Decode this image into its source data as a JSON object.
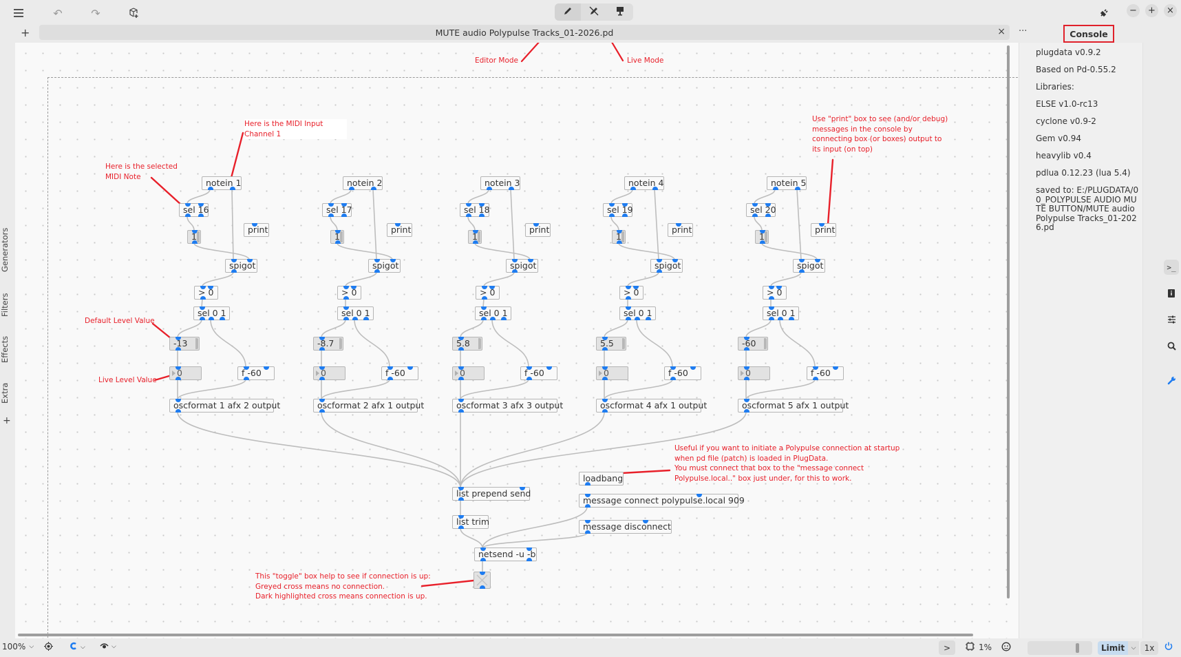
{
  "toolbar": {
    "menu_icon": "hamburger-menu-icon",
    "undo_icon": "undo-icon",
    "redo_icon": "redo-icon",
    "add_object_icon": "add-object-icon",
    "modes": [
      {
        "name": "edit-mode",
        "icon": "pencil-icon",
        "active": true
      },
      {
        "name": "run-mode",
        "icon": "pencil-crossed-icon",
        "active": false
      },
      {
        "name": "presentation-mode",
        "icon": "presentation-icon",
        "active": false
      }
    ],
    "plugin_icon": "plug-icon",
    "window_buttons": [
      "−",
      "+",
      "×"
    ]
  },
  "tab": {
    "add": "+",
    "title": "MUTE audio Polypulse Tracks_01-2026.pd",
    "close": "×"
  },
  "left_rail": [
    "Generators",
    "Filters",
    "Effects",
    "Extra",
    "+"
  ],
  "patch": {
    "columns": [
      {
        "notein": "notein 1",
        "sel": "sel 16",
        "bang": "1",
        "print": "print",
        "spigot": "spigot",
        "gt": "> 0",
        "sel01": "sel 0 1",
        "level": "-13",
        "live": "0",
        "f": "f -60",
        "osc": "oscformat 1 afx 2 output"
      },
      {
        "notein": "notein 2",
        "sel": "sel 17",
        "bang": "1",
        "print": "print",
        "spigot": "spigot",
        "gt": "> 0",
        "sel01": "sel 0 1",
        "level": "-8.7",
        "live": "0",
        "f": "f -60",
        "osc": "oscformat 2 afx 1 output"
      },
      {
        "notein": "notein 3",
        "sel": "sel 18",
        "bang": "1",
        "print": "print",
        "spigot": "spigot",
        "gt": "> 0",
        "sel01": "sel 0 1",
        "level": "5.8",
        "live": "0",
        "f": "f -60",
        "osc": "oscformat 3 afx 3 output"
      },
      {
        "notein": "notein 4",
        "sel": "sel 19",
        "bang": "1",
        "print": "print",
        "spigot": "spigot",
        "gt": "> 0",
        "sel01": "sel 0 1",
        "level": "5.5",
        "live": "0",
        "f": "f -60",
        "osc": "oscformat 4 afx 1 output"
      },
      {
        "notein": "notein 5",
        "sel": "sel 20",
        "bang": "1",
        "print": "print",
        "spigot": "spigot",
        "gt": "> 0",
        "sel01": "sel 0 1",
        "level": "-60",
        "live": "0",
        "f": "f -60",
        "osc": "oscformat 5 afx 1 output"
      }
    ],
    "list_prepend": "list prepend send",
    "list_trim": "list trim",
    "netsend": "netsend -u -b",
    "loadbang": "loadbang",
    "msg_connect": "message connect polypulse.local 909",
    "msg_disconnect": "message disconnect"
  },
  "notes": {
    "editor_mode": "Editor Mode",
    "live_mode": "Live Mode",
    "midi_input": [
      "Here is the MIDI Input",
      "Channel 1"
    ],
    "midi_note": [
      "Here is the selected",
      "MIDI Note"
    ],
    "default_level": "Default Level Value",
    "live_level": "Live Level Value",
    "print_hint": [
      "Use \"print\" box to see (and/or debug)",
      "messages in the console by",
      "connecting box (or boxes) output to",
      "its input (on top)"
    ],
    "loadbang_hint": [
      "Useful if you want to initiate a Polypulse connection at startup",
      "when pd file (patch) is loaded in PlugData.",
      "You must connect that box to the \"message connect",
      "Polypulse.local..\" box just under, for this to work."
    ],
    "toggle_hint": [
      "This \"toggle\" box help to see if connection is up:",
      "Greyed cross means no connection.",
      "Dark highlighted cross means connection is up."
    ]
  },
  "console": {
    "more": "···",
    "title": "Console",
    "lines": [
      "plugdata v0.9.2",
      "Based on Pd-0.55.2",
      "Libraries:",
      "ELSE v1.0-rc13",
      "cyclone v0.9-2",
      "Gem v0.94",
      "heavylib v0.4",
      "pdlua 0.12.23 (lua 5.4)",
      "saved to: E:/PLUGDATA/0 0_POLYPULSE AUDIO MUTE BUTTON/MUTE audio Polypulse Tracks_01-2026.pd"
    ]
  },
  "right_rail": [
    "console-icon",
    "documentation-icon",
    "settings-sliders-icon",
    "search-icon",
    "wrench-icon"
  ],
  "status": {
    "zoom": "100%",
    "cpu": "1%",
    "limit": "Limit",
    "oversample": "1x",
    "expand": ">",
    "accent": "#1e7cf0"
  },
  "colors": {
    "annotation": "#e8202a",
    "port": "#1e7cf0"
  }
}
